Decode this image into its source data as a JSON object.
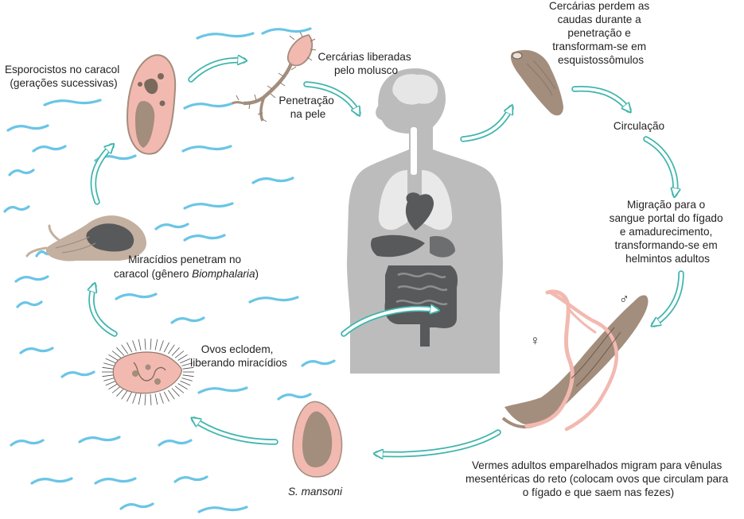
{
  "colors": {
    "water": "#6ac5e6",
    "arrow_fill": "#ffffff",
    "arrow_stroke": "#3fb5ad",
    "body_gray": "#bdbcbc",
    "organ_dark": "#58595b",
    "worm_brown": "#a38d7c",
    "worm_pink": "#f2b9b1",
    "text": "#231f20"
  },
  "labels": {
    "cercarias_liberadas": [
      "Cercárias liberadas",
      "pelo molusco"
    ],
    "penetracao": [
      "Penetração",
      "na pele"
    ],
    "cercarias_perdem": [
      "Cercárias perdem as",
      "caudas durante a",
      "penetração e",
      "transformam-se em",
      "esquistossômulos"
    ],
    "circulacao": "Circulação",
    "migracao": [
      "Migração para o",
      "sangue portal do fígado",
      "e amadurecimento,",
      "transformando-se em",
      "helmintos adultos"
    ],
    "vermes_adultos": [
      "Vermes adultos emparelhados migram para vênulas",
      "mesentéricas do reto (colocam ovos que circulam para",
      "o fígado e que saem nas fezes)"
    ],
    "s_mansoni": "S. mansoni",
    "ovos_eclodem": [
      "Ovos eclodem,",
      "liberando miracídios"
    ],
    "miracidios_line1": "Miracídios penetram no",
    "miracidios_line2_prefix": "caracol (gênero ",
    "miracidios_genus": "Biomphalaria",
    "miracidios_line2_suffix": ")",
    "esporocistos": [
      "Esporocistos no caracol",
      "(gerações sucessivas)"
    ],
    "male_symbol": "♂",
    "female_symbol": "♀"
  },
  "icons": [
    "snail",
    "sporocyst",
    "cercaria",
    "schistosomulum",
    "adult-worm-pair",
    "egg",
    "miracidium",
    "human-body"
  ]
}
